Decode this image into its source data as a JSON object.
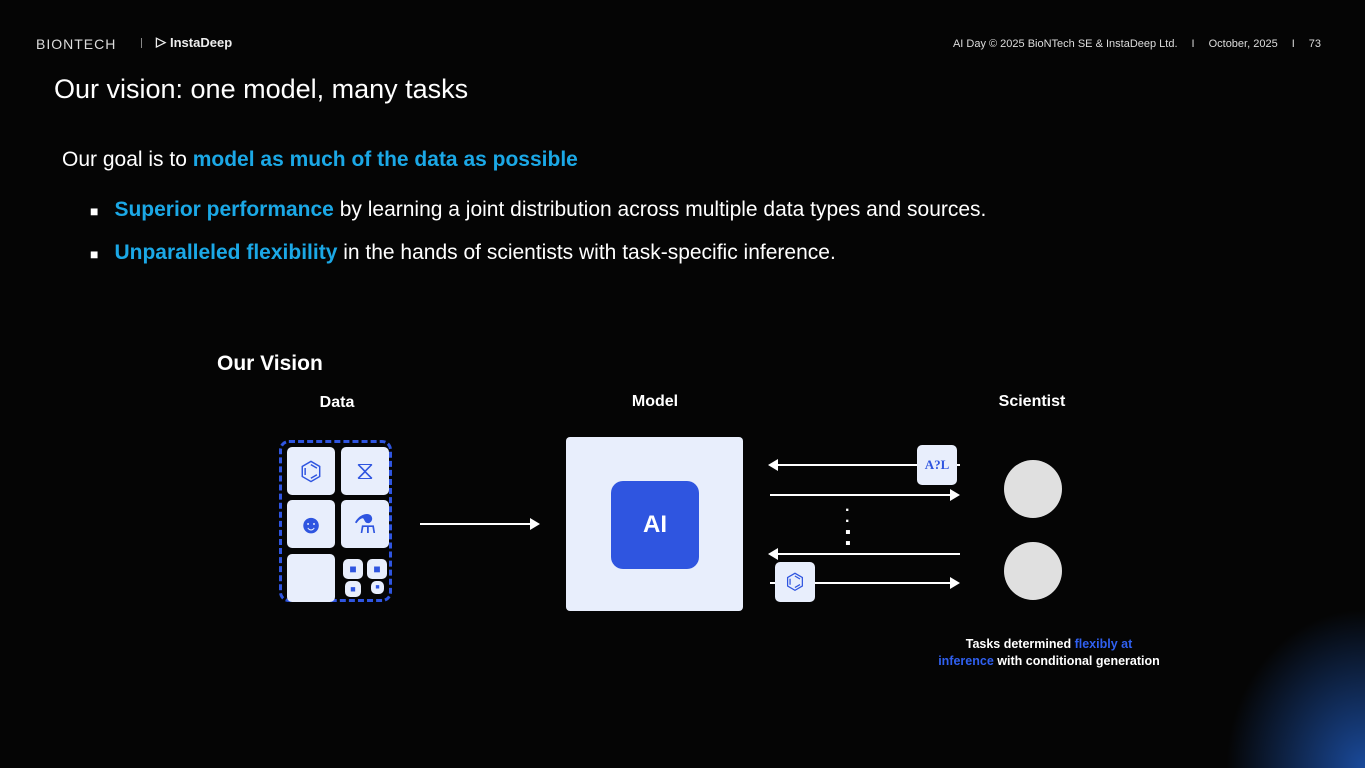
{
  "header": {
    "logo_biontech": "BIONTECH",
    "logo_instadeep": "InstaDeep",
    "footer_text": "AI Day © 2025  BioNTech SE & InstaDeep Ltd.",
    "sep": "I",
    "date": "October, 2025",
    "page": "73"
  },
  "title": "Our vision: one model, many tasks",
  "goal": {
    "prefix": "Our goal is to ",
    "highlight": "model as much of the data as possible"
  },
  "bullets": [
    {
      "highlight": "Superior performance",
      "text": " by learning a joint distribution across multiple data types and sources."
    },
    {
      "highlight": "Unparalleled flexibility",
      "text": " in the hands of scientists with task-specific inference."
    }
  ],
  "diagram": {
    "title": "Our Vision",
    "data_label": "Data",
    "model_label": "Model",
    "scientist_label": "Scientist",
    "chip_label": "AI",
    "task_icon_text": "A?L",
    "caption": {
      "p1": "Tasks determined ",
      "b1": "flexibly at",
      "b2": "inference",
      "p2": " with conditional generation"
    }
  }
}
